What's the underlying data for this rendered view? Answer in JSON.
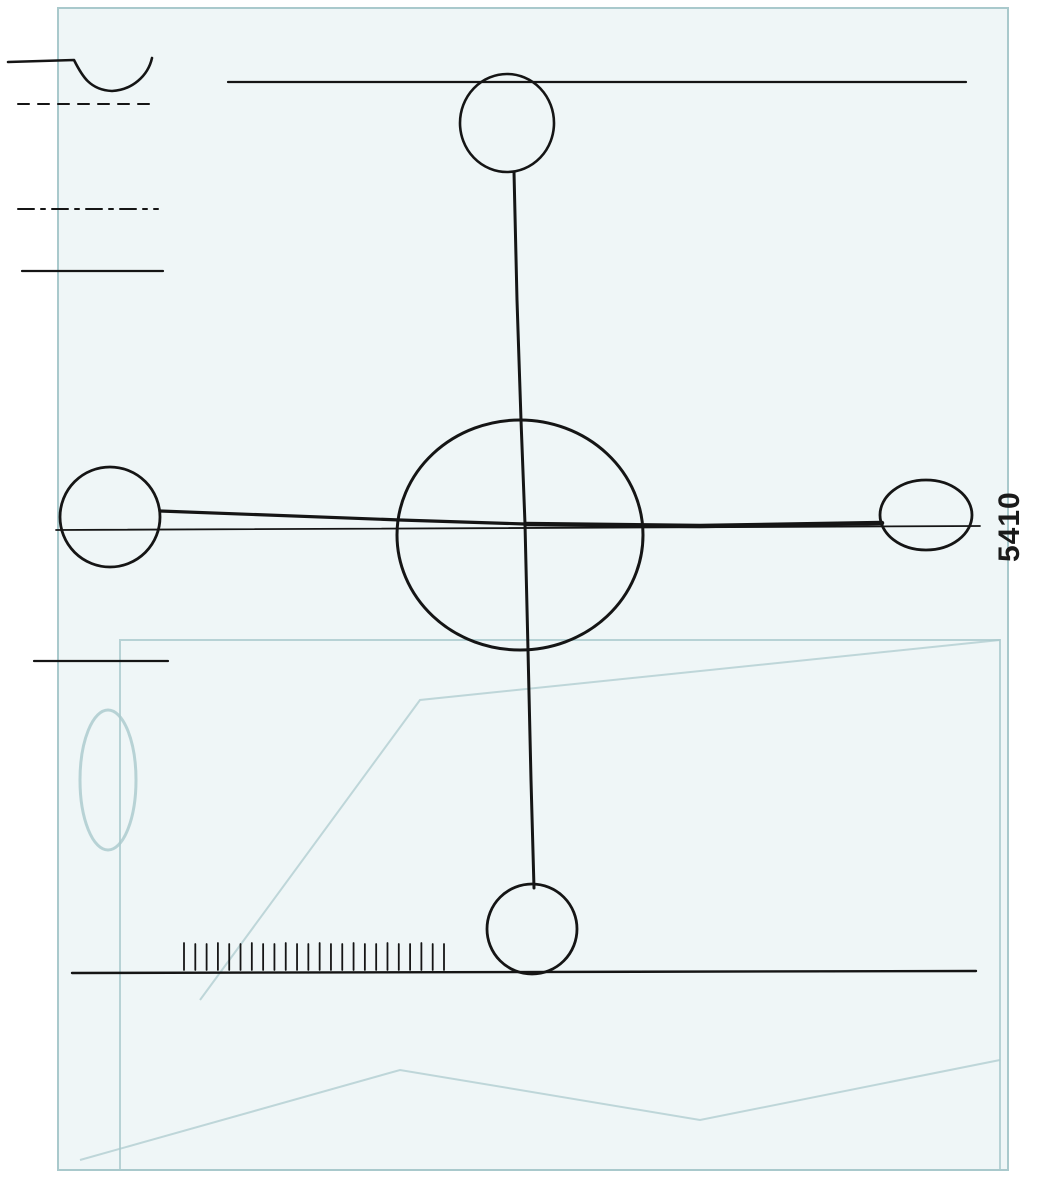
{
  "page": {
    "number_label": "5410",
    "background": "#ffffff",
    "ink_color": "#151515",
    "ghost_color": "#a9c9cc"
  },
  "diagram": {
    "central_circle": "large",
    "satellite_circles": [
      "top",
      "left",
      "right",
      "bottom"
    ],
    "tick_count": 24,
    "legend_lines": [
      "solid-with-arc",
      "dashed",
      "dash-dot",
      "solid",
      "solid"
    ]
  }
}
